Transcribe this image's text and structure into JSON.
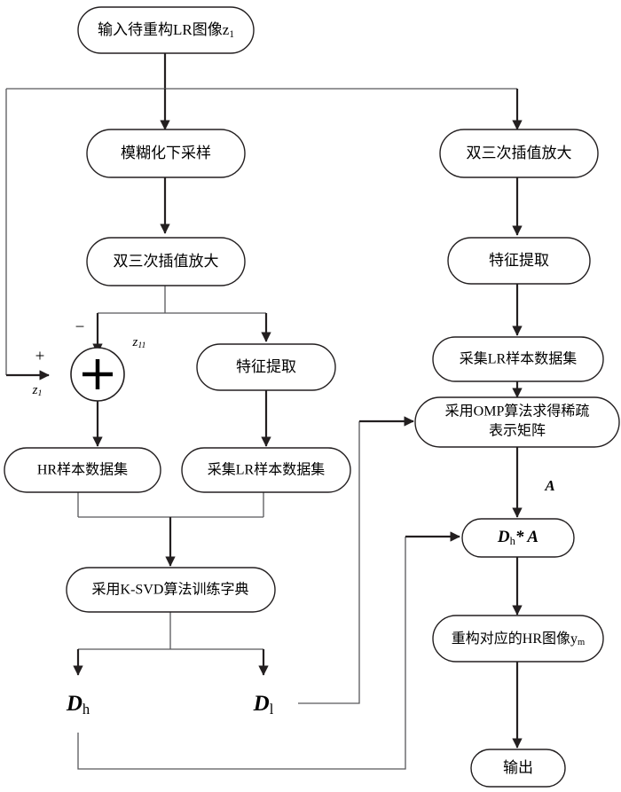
{
  "diagram": {
    "title": "Sparse-representation super-resolution reconstruction flowchart",
    "background_color": "#ffffff",
    "line_color": "#231f20",
    "thin_line_color": "#58585b"
  },
  "nodes": {
    "input": {
      "label": "输入待重构LR图像",
      "sub": "z",
      "sub_index": "1"
    },
    "blur_downsample": {
      "label": "模糊化下采样"
    },
    "bicubic_left": {
      "label": "双三次插值放大"
    },
    "bicubic_right": {
      "label": "双三次插值放大"
    },
    "feature_extract_left": {
      "label": "特征提取"
    },
    "feature_extract_right": {
      "label": "特征提取"
    },
    "hr_sample_set": {
      "label": "HR样本数据集"
    },
    "lr_sample_set_left": {
      "label": "采集LR样本数据集"
    },
    "lr_sample_set_right": {
      "label": "采集LR样本数据集"
    },
    "ksvd_train": {
      "label": "采用K-SVD算法训练字典"
    },
    "omp_sparse": {
      "line1": "采用OMP算法求得稀疏",
      "line2": "表示矩阵"
    },
    "dh_times_a": {
      "label": "D",
      "sub": "h",
      "operator": "* ",
      "operand": "A"
    },
    "reconstruct_hr": {
      "label": "重构对应的HR图像",
      "sub": "y",
      "sub_index": "m"
    },
    "output": {
      "label": "输出"
    }
  },
  "labels": {
    "sum_node": "+",
    "sign_minus": "−",
    "sign_plus": "+",
    "var_z11_base": "z",
    "var_z11_sub": "11",
    "var_z1_base": "z",
    "var_z1_sub": "1",
    "var_a": "A",
    "dict_high_base": "D",
    "dict_high_sub": "h",
    "dict_low_base": "D",
    "dict_low_sub": "l"
  }
}
